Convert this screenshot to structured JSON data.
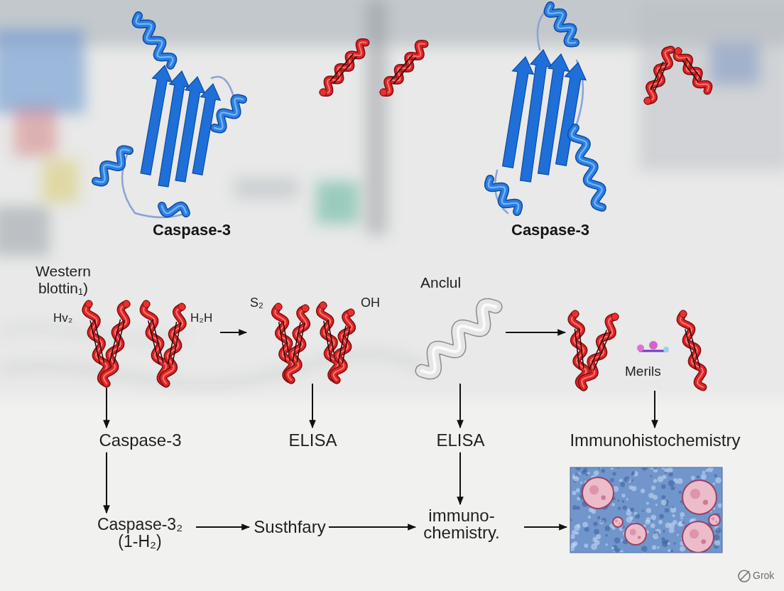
{
  "diagram": {
    "nodes": [
      {
        "text": [
          "Western blottin₁)",
          "Hv₂",
          "H₂H"
        ]
      },
      {
        "text": [
          "S₂",
          "OH"
        ]
      },
      {
        "text": [
          "Anclul"
        ]
      },
      {
        "text": [
          "Merils"
        ]
      },
      {
        "text": [
          "Caspase-3"
        ]
      },
      {
        "text": [
          "ELISA"
        ]
      },
      {
        "text": [
          "ELISA"
        ]
      },
      {
        "text": [
          "Immunohistochemistry"
        ]
      },
      {
        "text": [
          "Caspase-3₂ (1-H₂)"
        ]
      },
      {
        "text": [
          "Susthfary"
        ]
      },
      {
        "text": [
          "immuno- chemistry."
        ]
      }
    ],
    "edges": [
      {
        "from": 0,
        "to": 1,
        "arrow": "to"
      },
      {
        "from": 0,
        "to": 4,
        "arrow": "to"
      },
      {
        "from": 1,
        "to": 5,
        "arrow": "to"
      },
      {
        "from": 2,
        "to": 6,
        "arrow": "to"
      },
      {
        "from": 2,
        "to": 3,
        "arrow": "to"
      },
      {
        "from": 3,
        "to": 7,
        "arrow": "to"
      },
      {
        "from": 4,
        "to": 8,
        "arrow": "to"
      },
      {
        "from": 8,
        "to": 9,
        "arrow": "to"
      },
      {
        "from": 9,
        "to": 10,
        "arrow": "to"
      },
      {
        "from": 6,
        "to": 10,
        "arrow": "to"
      }
    ],
    "labels": [
      "Caspase-3",
      "Caspase-3",
      "Grok"
    ]
  }
}
